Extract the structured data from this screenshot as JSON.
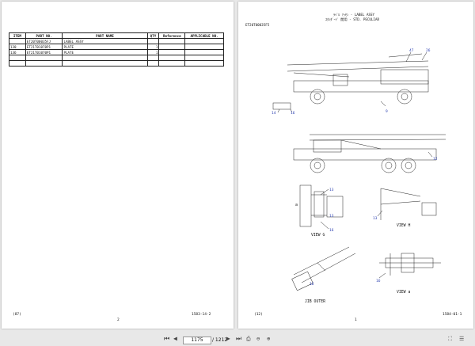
{
  "left_page": {
    "table": {
      "headers": [
        "ITEM",
        "PART NO.",
        "PART NAME",
        "QTY",
        "Reference",
        "APPLICABLE NO."
      ],
      "rows": [
        {
          "item": "",
          "part_no": "ET20T00035FJ",
          "part_name": "LABEL ASSY",
          "qty": "",
          "ref": "",
          "applicable": ""
        },
        {
          "item": "130",
          "part_no": "ET21T01070P1",
          "part_name": "PLATE",
          "qty": "1",
          "ref": "",
          "applicable": ""
        },
        {
          "item": "136",
          "part_no": "ET21T01070P1",
          "part_name": "PLATE",
          "qty": "1",
          "ref": "",
          "applicable": ""
        }
      ]
    },
    "footer_left": "(87)",
    "footer_center": "2",
    "footer_right": "1583-14-2"
  },
  "right_page": {
    "title_line1": "ﾗﾍﾞﾙ ｱｯｾﾝ - LABEL ASSY",
    "title_line2": "ｽﾀﾝﾀﾞｰﾄﾞ 閲用 - STD. PECULIAR",
    "code": "ET20T00035F5",
    "callouts": [
      "47",
      "26",
      "14",
      "16",
      "9",
      "12",
      "13",
      "13",
      "16",
      "13",
      "16",
      "16"
    ],
    "view_labels": [
      "VIEW G",
      "VIEW H",
      "JIB OUTER",
      "VIEW a"
    ],
    "small_labels": [
      "a"
    ],
    "footer_left": "(12)",
    "footer_center": "1",
    "footer_right": "1584-01-1"
  },
  "toolbar": {
    "first_icon": "first-page-icon",
    "prev_icon": "prev-page-icon",
    "current_page": "1175",
    "total_pages": "/ 1212",
    "next_icon": "next-page-icon",
    "last_icon": "last-page-icon"
  }
}
